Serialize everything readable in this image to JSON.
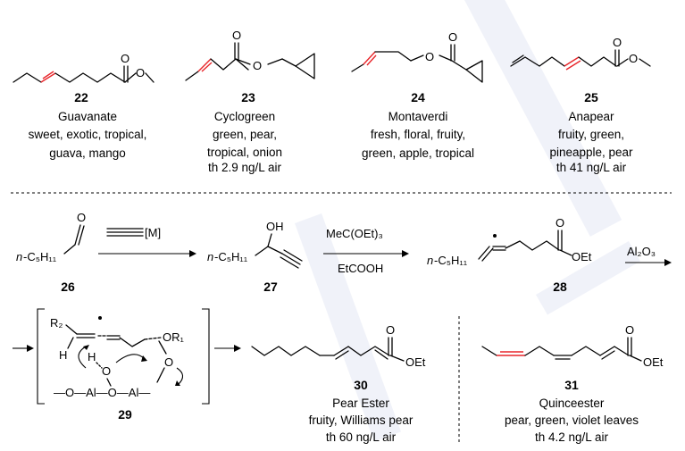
{
  "compounds": [
    {
      "number": "22",
      "name": "Guavanate",
      "desc": [
        "sweet, exotic, tropical,",
        "guava, mango"
      ]
    },
    {
      "number": "23",
      "name": "Cyclogreen",
      "desc": [
        "green, pear,",
        "tropical, onion",
        "th 2.9 ng/L air"
      ]
    },
    {
      "number": "24",
      "name": "Montaverdi",
      "desc": [
        "fresh, floral, fruity,",
        "green, apple, tropical"
      ]
    },
    {
      "number": "25",
      "name": "Anapear",
      "desc": [
        "fruity, green,",
        "pineapple, pear",
        "th 41 ng/L air"
      ]
    }
  ],
  "scheme": {
    "c26": "26",
    "c27": "27",
    "c28": "28",
    "c29": "29",
    "c30": {
      "number": "30",
      "name": "Pear Ester",
      "desc": [
        "fruity, Williams pear",
        "th 60 ng/L air"
      ]
    },
    "c31": {
      "number": "31",
      "name": "Quinceester",
      "desc": [
        "pear, green, violet leaves",
        "th 4.2 ng/L air"
      ]
    },
    "reagent_1": "[M]",
    "reagent_2_top": "MeC(OEt)₃",
    "reagent_2_bottom": "EtCOOH",
    "reagent_3": "Al₂O₃",
    "atoms": {
      "O": "O",
      "OH": "OH",
      "OEt": "OEt",
      "n": "n",
      "C5H11": "-C₅H₁₁",
      "R2": "R₂",
      "OR1": "OR₁",
      "H": "H",
      "Al_chain": "—O—Al—O—Al—"
    }
  }
}
